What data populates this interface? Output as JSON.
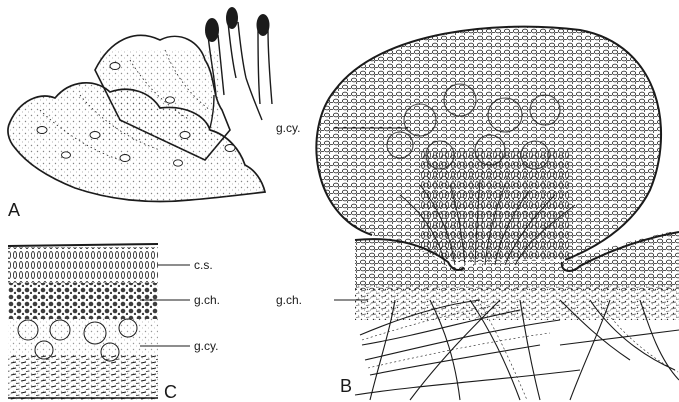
{
  "figure": {
    "panels": [
      {
        "id": "A",
        "label": "A"
      },
      {
        "id": "B",
        "label": "B"
      },
      {
        "id": "C",
        "label": "C"
      }
    ],
    "panel_b_labels": {
      "gcy": "g.cy.",
      "gch": "g.ch."
    },
    "panel_c_labels": {
      "cs": "c.s.",
      "gch": "g.ch.",
      "gcy": "g.cy."
    }
  },
  "colors": {
    "ink": "#1b1b1b",
    "paper": "#ffffff"
  }
}
